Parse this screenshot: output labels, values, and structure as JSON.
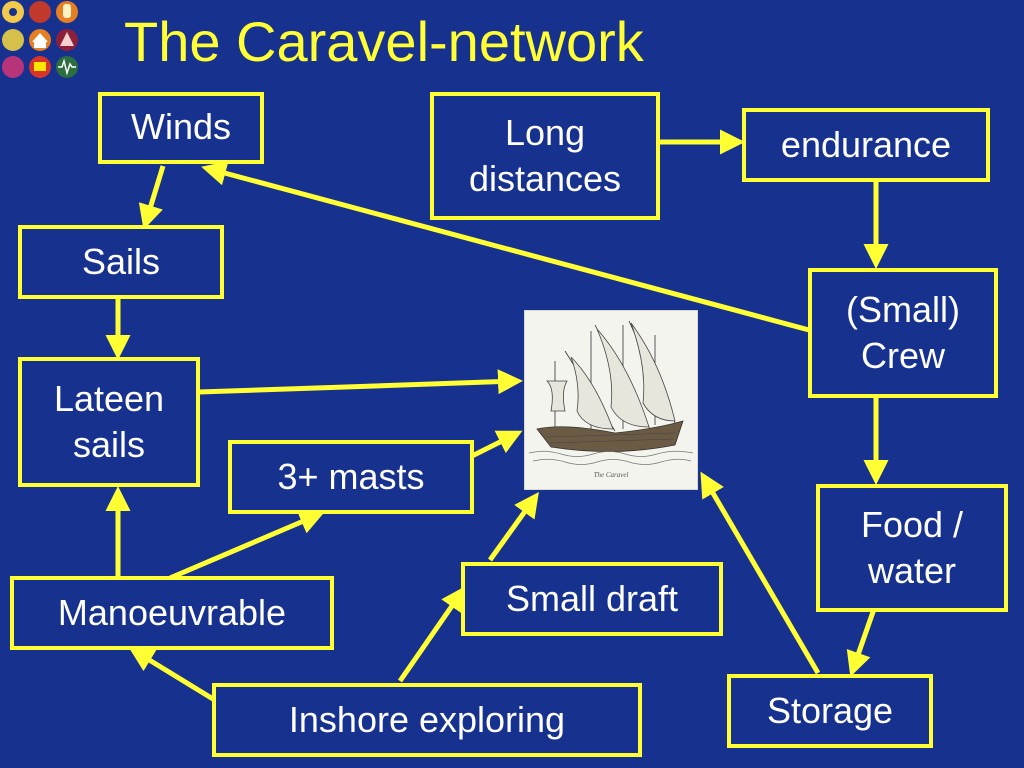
{
  "title": "The Caravel-network",
  "nodes": {
    "winds": "Winds",
    "long_distances": "Long\ndistances",
    "endurance": "endurance",
    "sails": "Sails",
    "small_crew": "(Small)\nCrew",
    "lateen_sails": "Lateen\nsails",
    "three_masts": "3+ masts",
    "food_water": "Food /\nwater",
    "manoeuvrable": "Manoeuvrable",
    "small_draft": "Small draft",
    "storage": "Storage",
    "inshore_exploring": "Inshore exploring"
  },
  "ship_image": {
    "caption": "The Caravel"
  },
  "colors": {
    "background": "#17318f",
    "accent": "#ffff33",
    "text": "#ffffff"
  }
}
